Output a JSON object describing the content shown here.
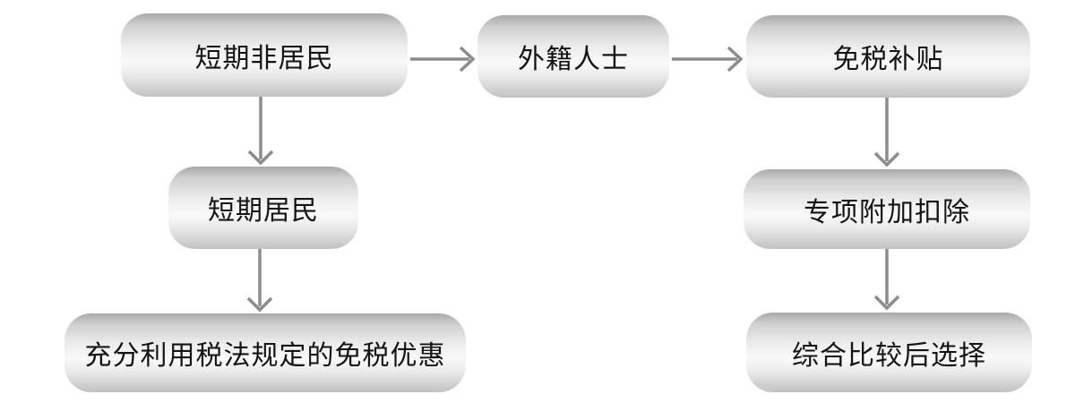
{
  "diagram": {
    "title": "",
    "nodes": {
      "short_term_nonresident": {
        "label": "短期非居民"
      },
      "foreign_national": {
        "label": "外籍人士"
      },
      "tax_free_subsidy": {
        "label": "免税补贴"
      },
      "short_term_resident": {
        "label": "短期居民"
      },
      "use_tax_exemptions": {
        "label": "充分利用税法规定的免税优惠"
      },
      "special_additional_deduction": {
        "label": "专项附加扣除"
      },
      "comprehensive_comparison": {
        "label": "综合比较后选择"
      }
    },
    "edges": [
      {
        "from": "short_term_nonresident",
        "to": "foreign_national",
        "direction": "right"
      },
      {
        "from": "foreign_national",
        "to": "tax_free_subsidy",
        "direction": "right"
      },
      {
        "from": "short_term_nonresident",
        "to": "short_term_resident",
        "direction": "down"
      },
      {
        "from": "short_term_resident",
        "to": "use_tax_exemptions",
        "direction": "down"
      },
      {
        "from": "tax_free_subsidy",
        "to": "special_additional_deduction",
        "direction": "down"
      },
      {
        "from": "special_additional_deduction",
        "to": "comprehensive_comparison",
        "direction": "down"
      }
    ],
    "colors": {
      "arrow": "#8c8c8c",
      "text": "#141414",
      "node_gradient_top": "#a9a9a9",
      "node_gradient_middle": "#f9f9f9",
      "node_gradient_bottom": "#c2c2c2",
      "background": "#ffffff"
    }
  }
}
